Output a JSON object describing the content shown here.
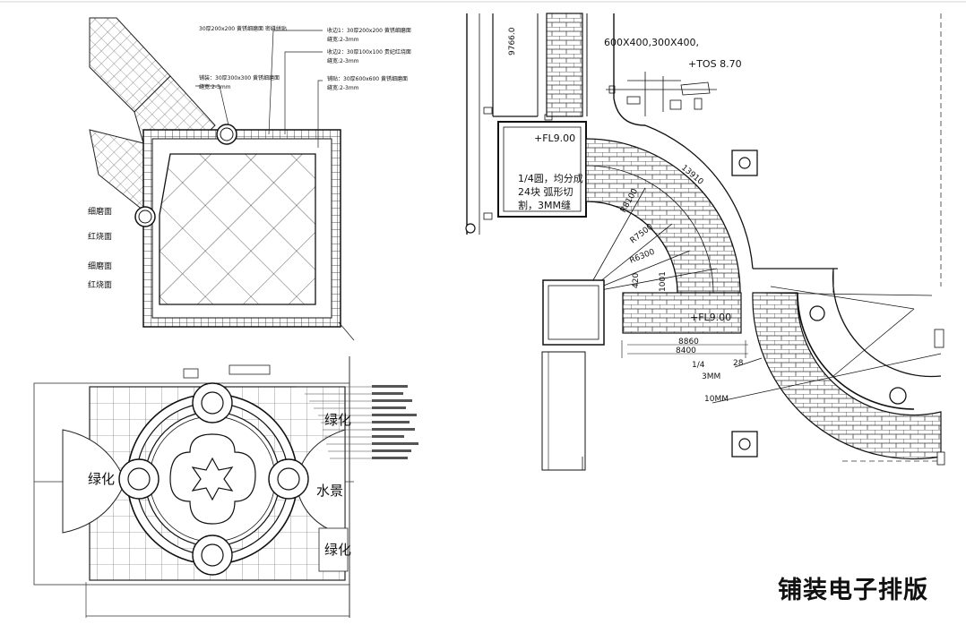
{
  "top_left": {
    "notes": [
      "30厚200x200 黄锈细磨面 密缝拼贴",
      "收边1：30厚200x200 黄锈细磨面",
      "缝宽:2-3mm",
      "收边2：30厚100x100 贵妃红烧面",
      "缝宽:2-3mm",
      "铺装：30厚300x300 黄锈细磨面",
      "缝宽:2-3mm",
      "铺贴：30厚600x600 黄锈细磨面",
      "缝宽:2-3mm"
    ],
    "side_labels": [
      "细磨面",
      "红烧面",
      "细磨面",
      "红烧面"
    ]
  },
  "bottom_left": {
    "greening_labels": [
      "绿化",
      "绿化",
      "绿化"
    ],
    "water_label": "水景"
  },
  "right": {
    "dim_9766": "9766.0",
    "tile_note": "600X400,300X400,",
    "tos": "+TOS 8.70",
    "fl_top": "+FL9.00",
    "quarter_note": [
      "1/4圆，均分成",
      "24块 弧形切",
      "割，3MM缝"
    ],
    "r_labels": [
      "R8100",
      "R7500",
      "R6300"
    ],
    "dim_13910": "13910",
    "dim_420": "420",
    "dim_1001": "1001",
    "fl_mid": "+FL9.00",
    "dim_8860": "8860",
    "dim_8400": "8400",
    "quarter_note2": [
      "1/4",
      "28",
      "3MM"
    ],
    "seam_note": "10MM"
  },
  "caption": "铺装电子排版"
}
